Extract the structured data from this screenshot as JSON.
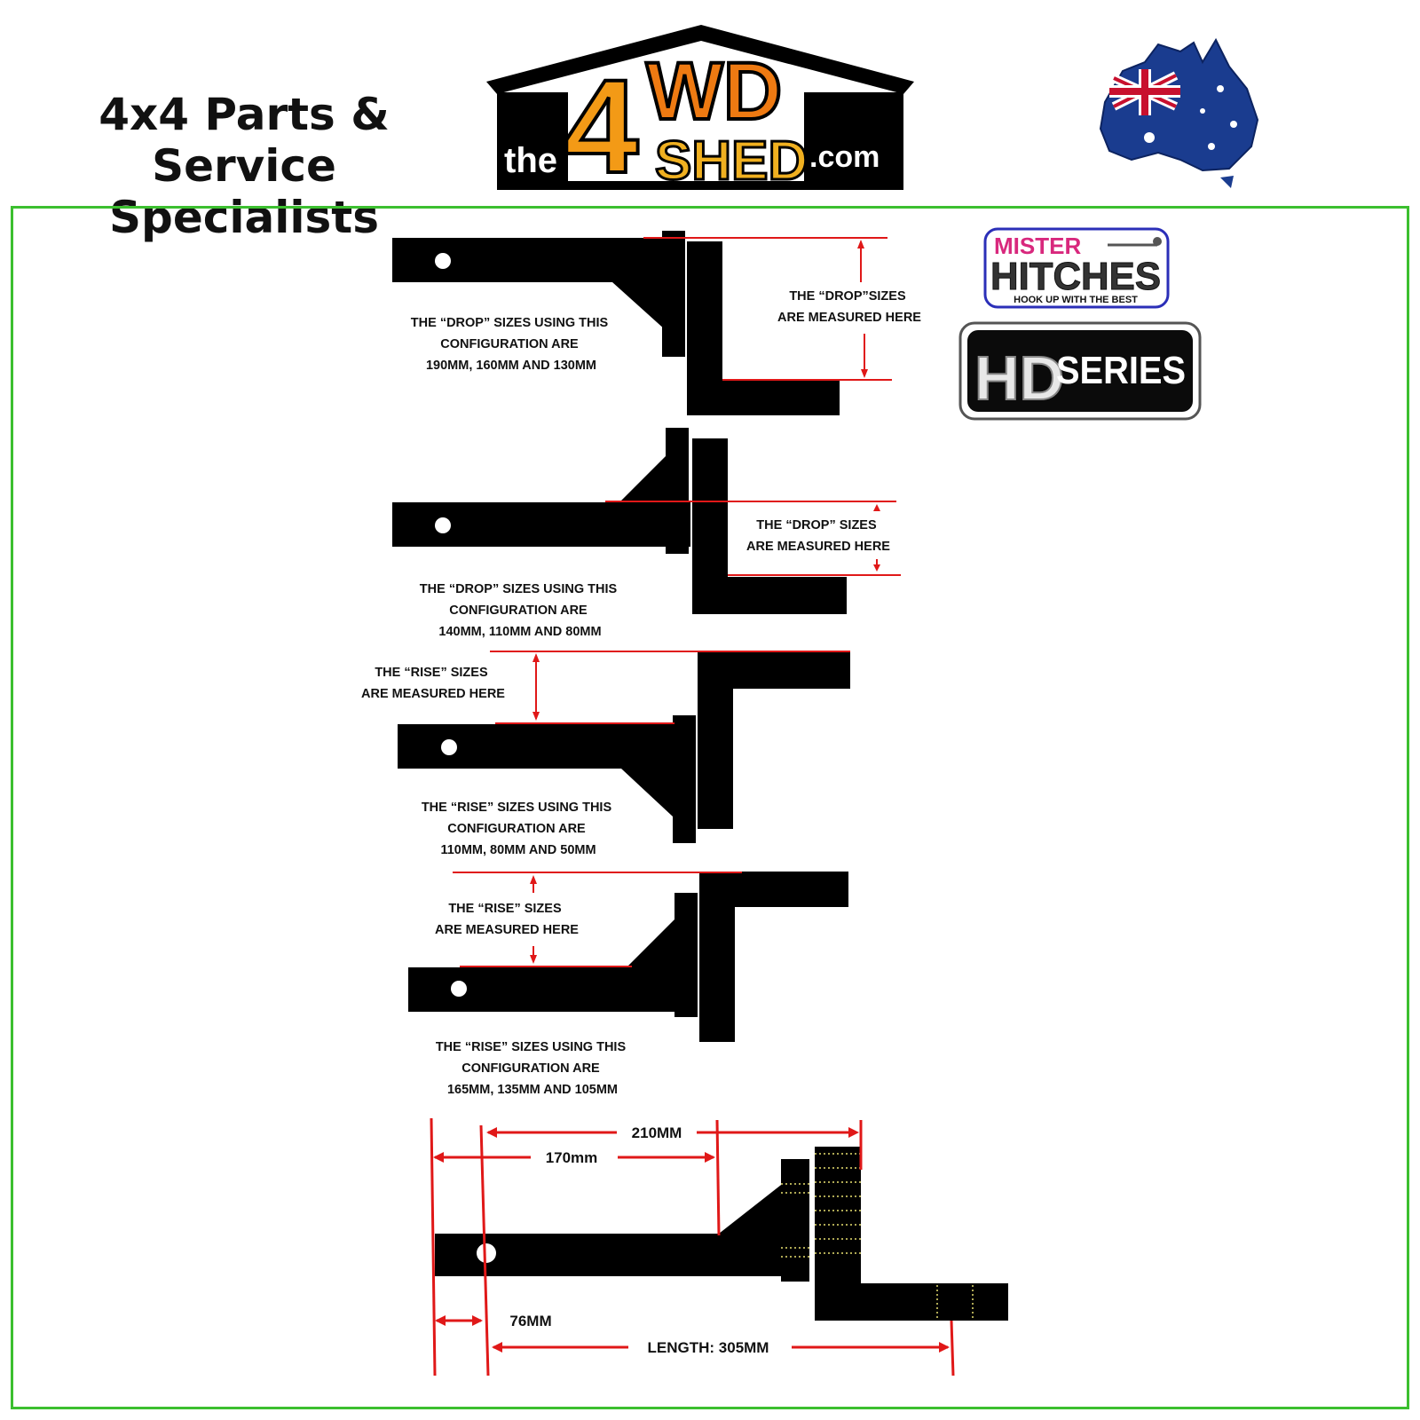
{
  "header": {
    "tagline_line1": "4x4 Parts & Service",
    "tagline_line2": "Specialists",
    "logo": {
      "the": "the",
      "four": "4",
      "wd": "WD",
      "shed": "SHED",
      "dotcom": ".com"
    }
  },
  "badges": {
    "mister": "MISTER",
    "hitches": "HITCHES",
    "slogan": "HOOK UP WITH THE BEST",
    "hd": "HD",
    "series": "SERIES"
  },
  "diagram1": {
    "label_lines": [
      "THE “DROP” SIZES USING THIS",
      "CONFIGURATION ARE",
      "190MM, 160MM AND 130MM"
    ],
    "measure_lines": [
      "THE “DROP”SIZES",
      "ARE MEASURED HERE"
    ]
  },
  "diagram2": {
    "label_lines": [
      "THE “DROP” SIZES USING THIS",
      "CONFIGURATION ARE",
      "140MM, 110MM AND 80MM"
    ],
    "measure_lines": [
      "THE “DROP” SIZES",
      "ARE MEASURED HERE"
    ]
  },
  "diagram3": {
    "measure_lines": [
      "THE “RISE” SIZES",
      "ARE MEASURED HERE"
    ],
    "label_lines": [
      "THE “RISE” SIZES USING THIS",
      "CONFIGURATION ARE",
      "110MM, 80MM AND 50MM"
    ]
  },
  "diagram4": {
    "measure_lines": [
      "THE “RISE” SIZES",
      "ARE MEASURED HERE"
    ],
    "label_lines": [
      "THE “RISE” SIZES USING THIS",
      "CONFIGURATION ARE",
      "165MM, 135MM AND 105MM"
    ]
  },
  "dimensions": {
    "d210": "210MM",
    "d170": "170mm",
    "d76": "76MM",
    "length": "LENGTH: 305MM"
  },
  "colors": {
    "border": "#3cbf2f",
    "red": "#e01818",
    "black": "#000000"
  }
}
